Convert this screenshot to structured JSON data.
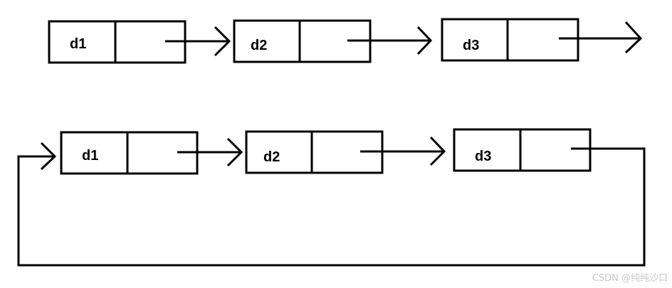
{
  "linear_list": {
    "nodes": [
      {
        "label": "d1"
      },
      {
        "label": "d2"
      },
      {
        "label": "d3"
      }
    ]
  },
  "circular_list": {
    "nodes": [
      {
        "label": "d1"
      },
      {
        "label": "d2"
      },
      {
        "label": "d3"
      }
    ]
  },
  "watermark": "CSDN @纯纯沙口",
  "colors": {
    "stroke": "#000000",
    "background": "#ffffff",
    "watermark": "#c8c8c8"
  }
}
